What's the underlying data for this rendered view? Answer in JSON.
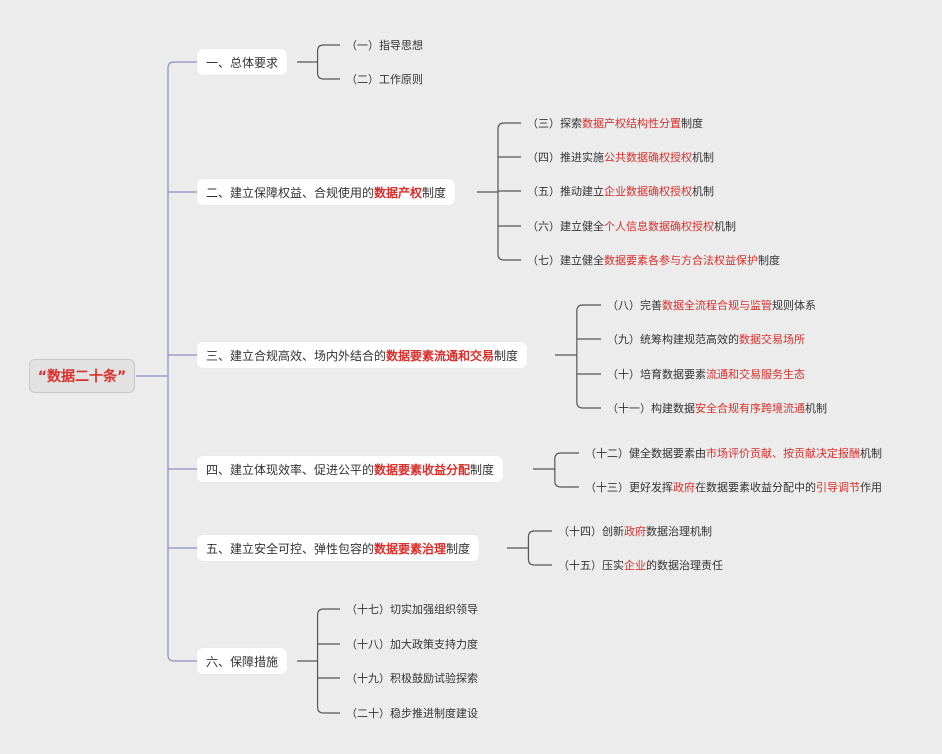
{
  "root": {
    "label": "“数据二十条”"
  },
  "branches": [
    {
      "segments": [
        {
          "t": "一、总体要求",
          "hl": false
        }
      ],
      "leaves": [
        [
          {
            "t": "（一）指导思想",
            "hl": false
          }
        ],
        [
          {
            "t": "（二）工作原则",
            "hl": false
          }
        ]
      ]
    },
    {
      "segments": [
        {
          "t": "二、建立保障权益、合规使用的",
          "hl": false
        },
        {
          "t": "数据产权",
          "hl": true
        },
        {
          "t": "制度",
          "hl": false
        }
      ],
      "leaves": [
        [
          {
            "t": "（三）探索",
            "hl": false
          },
          {
            "t": "数据产权结构性分置",
            "hl": true
          },
          {
            "t": "制度",
            "hl": false
          }
        ],
        [
          {
            "t": "（四）推进实施",
            "hl": false
          },
          {
            "t": "公共数据确权授权",
            "hl": true
          },
          {
            "t": "机制",
            "hl": false
          }
        ],
        [
          {
            "t": "（五）推动建立",
            "hl": false
          },
          {
            "t": "企业数据确权授权",
            "hl": true
          },
          {
            "t": "机制",
            "hl": false
          }
        ],
        [
          {
            "t": "（六）建立健全",
            "hl": false
          },
          {
            "t": "个人信息数据确权授权",
            "hl": true
          },
          {
            "t": "机制",
            "hl": false
          }
        ],
        [
          {
            "t": "（七）建立健全",
            "hl": false
          },
          {
            "t": "数据要素各参与方合法权益保护",
            "hl": true
          },
          {
            "t": "制度",
            "hl": false
          }
        ]
      ]
    },
    {
      "segments": [
        {
          "t": "三、建立合规高效、场内外结合的",
          "hl": false
        },
        {
          "t": "数据要素流通和交易",
          "hl": true
        },
        {
          "t": "制度",
          "hl": false
        }
      ],
      "leaves": [
        [
          {
            "t": "（八）完善",
            "hl": false
          },
          {
            "t": "数据全流程合规与监管",
            "hl": true
          },
          {
            "t": "规则体系",
            "hl": false
          }
        ],
        [
          {
            "t": "（九）统筹构建规范高效的",
            "hl": false
          },
          {
            "t": "数据交易场所",
            "hl": true
          }
        ],
        [
          {
            "t": "（十）培育数据要素",
            "hl": false
          },
          {
            "t": "流通和交易服务生态",
            "hl": true
          }
        ],
        [
          {
            "t": "（十一）构建数据",
            "hl": false
          },
          {
            "t": "安全合规有序跨境流通",
            "hl": true
          },
          {
            "t": "机制",
            "hl": false
          }
        ]
      ]
    },
    {
      "segments": [
        {
          "t": "四、建立体现效率、促进公平的",
          "hl": false
        },
        {
          "t": "数据要素收益分配",
          "hl": true
        },
        {
          "t": "制度",
          "hl": false
        }
      ],
      "leaves": [
        [
          {
            "t": "（十二）健全数据要素由",
            "hl": false
          },
          {
            "t": "市场评价贡献、按贡献决定报酬",
            "hl": true
          },
          {
            "t": "机制",
            "hl": false
          }
        ],
        [
          {
            "t": "（十三）更好发挥",
            "hl": false
          },
          {
            "t": "政府",
            "hl": true
          },
          {
            "t": "在数据要素收益分配中的",
            "hl": false
          },
          {
            "t": "引导调节",
            "hl": true
          },
          {
            "t": "作用",
            "hl": false
          }
        ]
      ]
    },
    {
      "segments": [
        {
          "t": "五、建立安全可控、弹性包容的",
          "hl": false
        },
        {
          "t": "数据要素治理",
          "hl": true
        },
        {
          "t": "制度",
          "hl": false
        }
      ],
      "leaves": [
        [
          {
            "t": "（十四）创新",
            "hl": false
          },
          {
            "t": "政府",
            "hl": true
          },
          {
            "t": "数据治理机制",
            "hl": false
          }
        ],
        [
          {
            "t": "（十五）压实",
            "hl": false
          },
          {
            "t": "企业",
            "hl": true
          },
          {
            "t": "的数据治理责任",
            "hl": false
          }
        ]
      ]
    },
    {
      "segments": [
        {
          "t": "六、保障措施",
          "hl": false
        }
      ],
      "leaves": [
        [
          {
            "t": "（十七）切实加强组织领导",
            "hl": false
          }
        ],
        [
          {
            "t": "（十八）加大政策支持力度",
            "hl": false
          }
        ],
        [
          {
            "t": "（十九）积极鼓励试验探索",
            "hl": false
          }
        ],
        [
          {
            "t": "（二十）稳步推进制度建设",
            "hl": false
          }
        ]
      ]
    }
  ],
  "colors": {
    "highlight": "#d9302c",
    "branch_line": "#8a8ec4",
    "leaf_line": "#555555",
    "background": "#ececec"
  }
}
